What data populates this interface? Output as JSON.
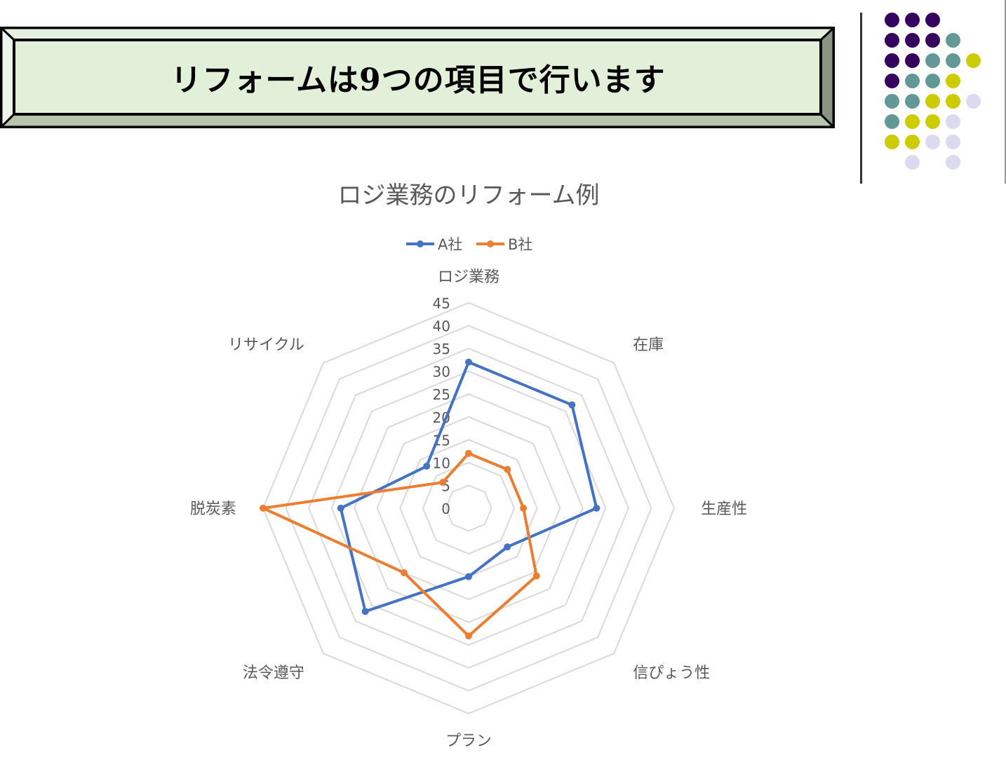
{
  "slide": {
    "title": "リフォームは9つの項目で行います",
    "dot_colors": {
      "purple": "#35045f",
      "teal": "#629896",
      "yellow": "#cccc00",
      "lavender": "#dcdaee"
    }
  },
  "chart_data": {
    "type": "radar",
    "title": "ロジ業務のリフォーム例",
    "categories": [
      "ロジ業務",
      "在庫",
      "生産性",
      "信ぴょう性",
      "プラン",
      "法令遵守",
      "脱炭素",
      "リサイクル"
    ],
    "series": [
      {
        "name": "A社",
        "color": "#4472c4",
        "values": [
          32,
          32,
          28,
          12,
          15,
          32,
          28,
          13
        ]
      },
      {
        "name": "B社",
        "color": "#ed7d31",
        "values": [
          12,
          12,
          12,
          21,
          28,
          20,
          45,
          8
        ]
      }
    ],
    "rlim": [
      0,
      45
    ],
    "ticks": [
      0,
      5,
      10,
      15,
      20,
      25,
      30,
      35,
      40,
      45
    ],
    "legend": "top",
    "grid": true
  }
}
